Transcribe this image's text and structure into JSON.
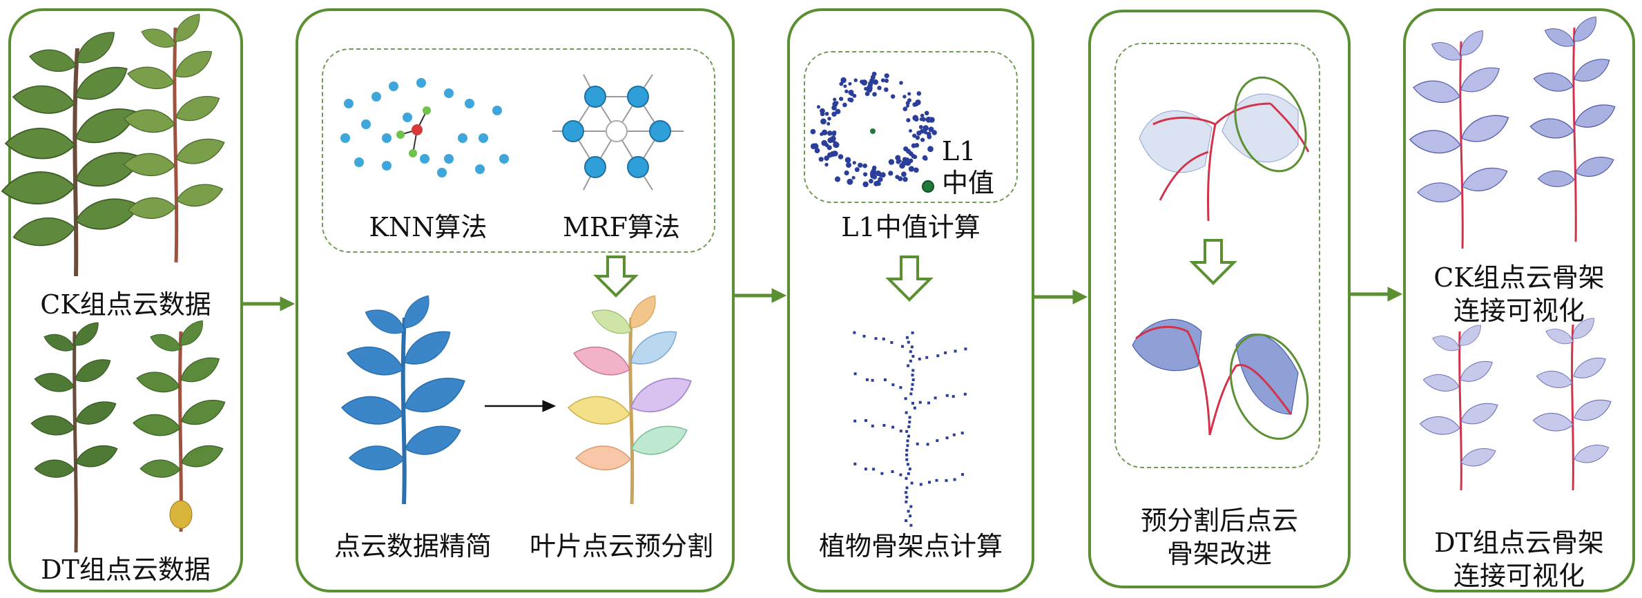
{
  "panel1": {
    "ck_label": "CK组点云数据",
    "dt_label": "DT组点云数据"
  },
  "panel2": {
    "knn_label": "KNN算法",
    "mrf_label": "MRF算法",
    "simplify_label": "点云数据精简",
    "presegment_label": "叶片点云预分割"
  },
  "panel3": {
    "median_calc_label": "L1中值计算",
    "legend_l1": "L1",
    "legend_median": "中值",
    "skeleton_points_label": "植物骨架点计算"
  },
  "panel4": {
    "improve_label_line1": "预分割后点云",
    "improve_label_line2": "骨架改进"
  },
  "panel5": {
    "ck_line1": "CK组点云骨架",
    "ck_line2": "连接可视化",
    "dt_line1": "DT组点云骨架",
    "dt_line2": "连接可视化"
  },
  "colors": {
    "frame_green": "#5a8f32",
    "leaf_green": "#5f8a3e",
    "point_blue": "#3a9fd8",
    "skeleton_red": "#d2324a",
    "cloud_navy": "#2b3f9a"
  }
}
